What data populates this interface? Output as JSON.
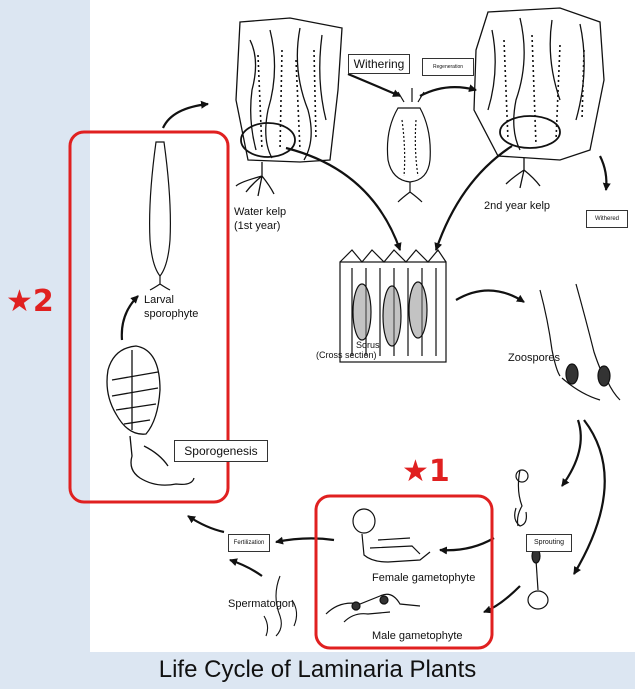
{
  "colors": {
    "background": "#dce6f2",
    "panel": "#ffffff",
    "highlight": "#e02020",
    "ink": "#111111"
  },
  "labels": {
    "withering": "Withering",
    "regeneration": "Regeneration",
    "water_kelp": "Water kelp",
    "first_year": "(1st year)",
    "second_year_kelp": "2nd year kelp",
    "withered": "Withered",
    "larval_line1": "Larval",
    "larval_line2": "sporophyte",
    "sorus": "Sorus",
    "cross_section": "(Cross section)",
    "zoospores": "Zoospores",
    "sporogenesis": "Sporogenesis",
    "sprouting": "Sprouting",
    "fertilization": "Fertilization",
    "female_gametophyte": "Female gametophyte",
    "spermatogon": "Spermatogon",
    "male_gametophyte": "Male gametophyte"
  },
  "markers": {
    "star1": "★1",
    "star2": "★2"
  },
  "caption": "Life Cycle of Laminaria Plants"
}
